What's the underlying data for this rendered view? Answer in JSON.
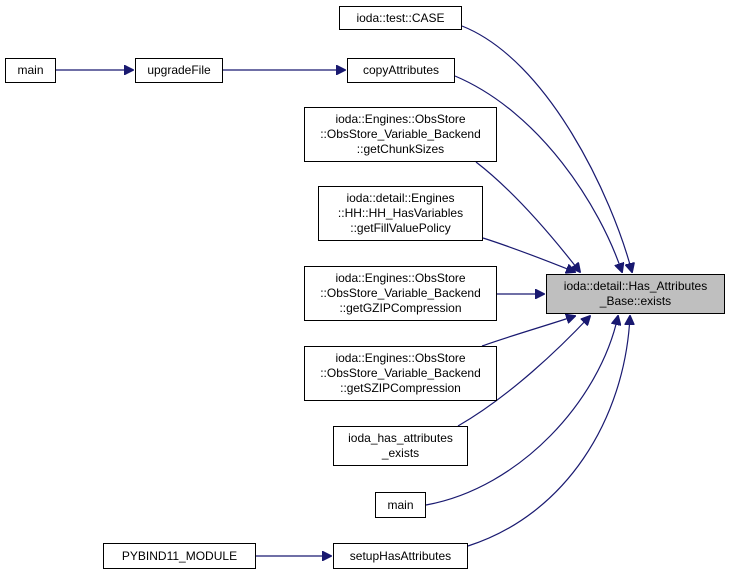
{
  "colors": {
    "edge": "#191970",
    "node_border": "#000000",
    "node_fill": "#ffffff",
    "focus_fill": "#bfbfbf"
  },
  "nodes": {
    "focus": "ioda::detail::Has_Attributes\n_Base::exists",
    "test_case": "ioda::test::CASE",
    "copy_attributes": "copyAttributes",
    "upgrade_file": "upgradeFile",
    "main_left": "main",
    "get_chunk_sizes": "ioda::Engines::ObsStore\n::ObsStore_Variable_Backend\n::getChunkSizes",
    "get_fill_value_policy": "ioda::detail::Engines\n::HH::HH_HasVariables\n::getFillValuePolicy",
    "get_gzip_compression": "ioda::Engines::ObsStore\n::ObsStore_Variable_Backend\n::getGZIPCompression",
    "get_szip_compression": "ioda::Engines::ObsStore\n::ObsStore_Variable_Backend\n::getSZIPCompression",
    "ioda_has_attributes_exists": "ioda_has_attributes\n_exists",
    "main_center": "main",
    "setup_has_attributes": "setupHasAttributes",
    "pybind11_module": "PYBIND11_MODULE"
  }
}
